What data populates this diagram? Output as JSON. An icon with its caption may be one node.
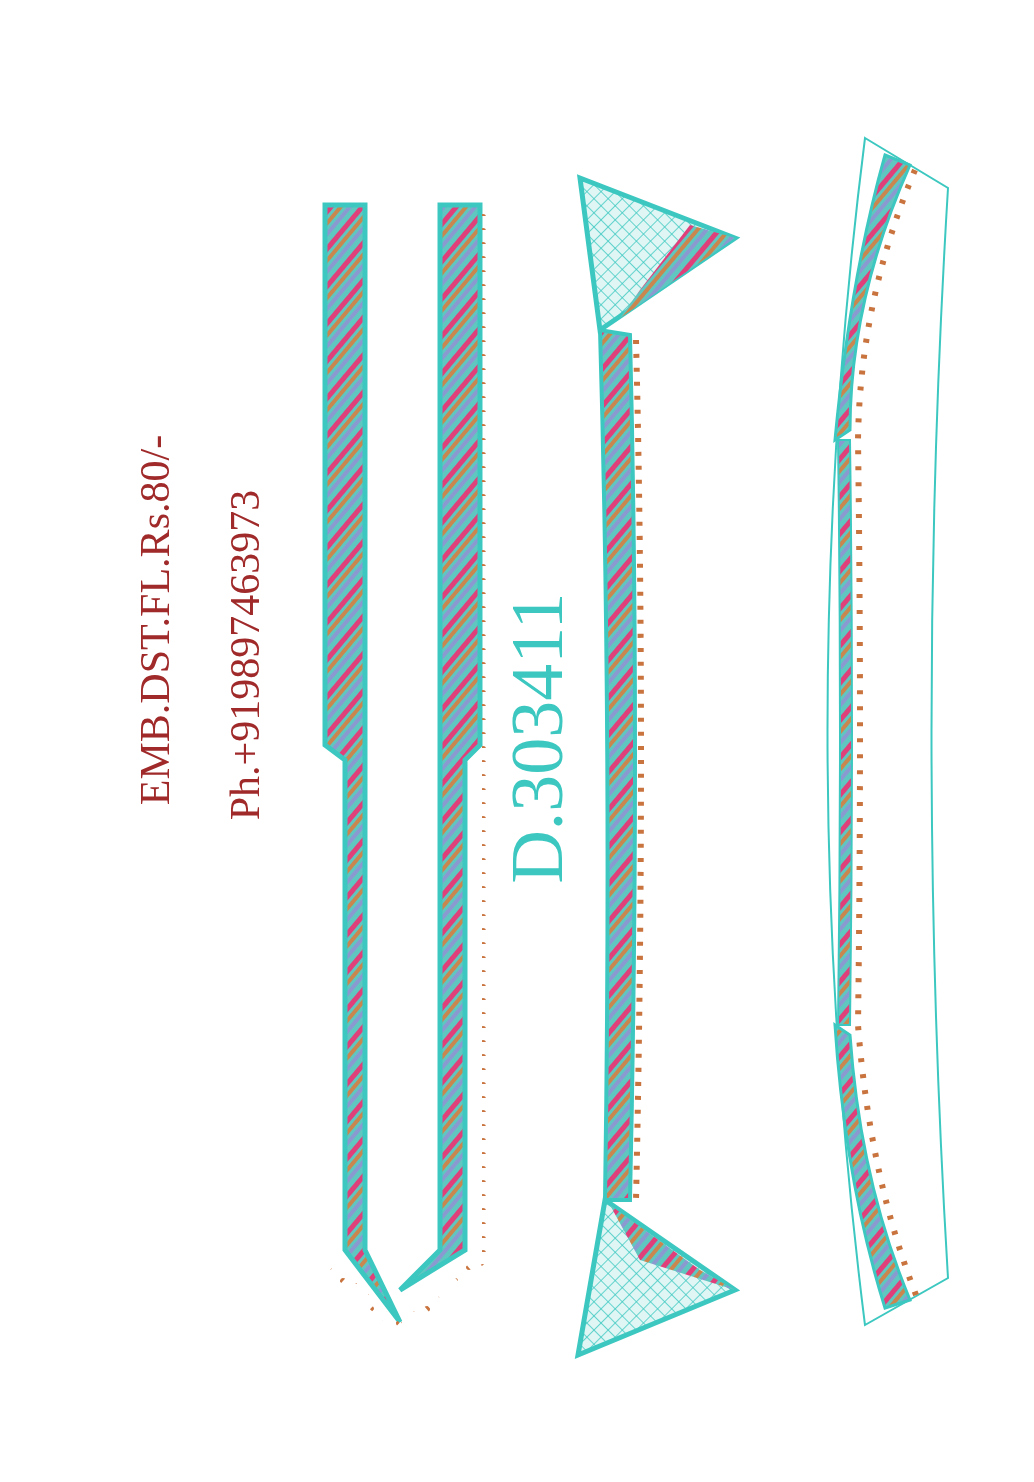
{
  "diagram": {
    "labels": [
      "EMB.DST.FL.Rs.80/-",
      "Ph.+919897463973",
      "D.303411"
    ]
  }
}
